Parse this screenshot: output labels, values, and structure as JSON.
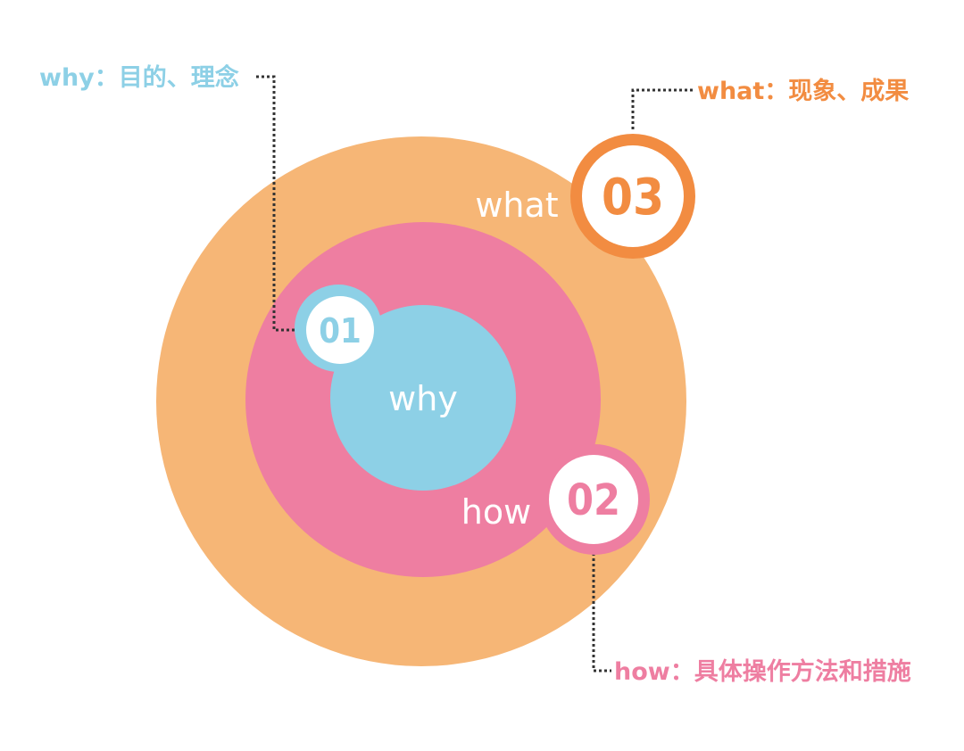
{
  "diagram": {
    "rings": [
      {
        "id": "what",
        "label": "what",
        "color": "#F6B676"
      },
      {
        "id": "how",
        "label": "how",
        "color": "#EE7EA1"
      },
      {
        "id": "why",
        "label": "why",
        "color": "#8DD0E6"
      }
    ],
    "badges": [
      {
        "id": "01",
        "number": "01",
        "color": "#8DD0E6",
        "text": "why：目的、理念"
      },
      {
        "id": "02",
        "number": "02",
        "color": "#EE7EA1",
        "text": "how：具体操作方法和措施"
      },
      {
        "id": "03",
        "number": "03",
        "color": "#F28C41",
        "text": "what：现象、成果"
      }
    ]
  }
}
